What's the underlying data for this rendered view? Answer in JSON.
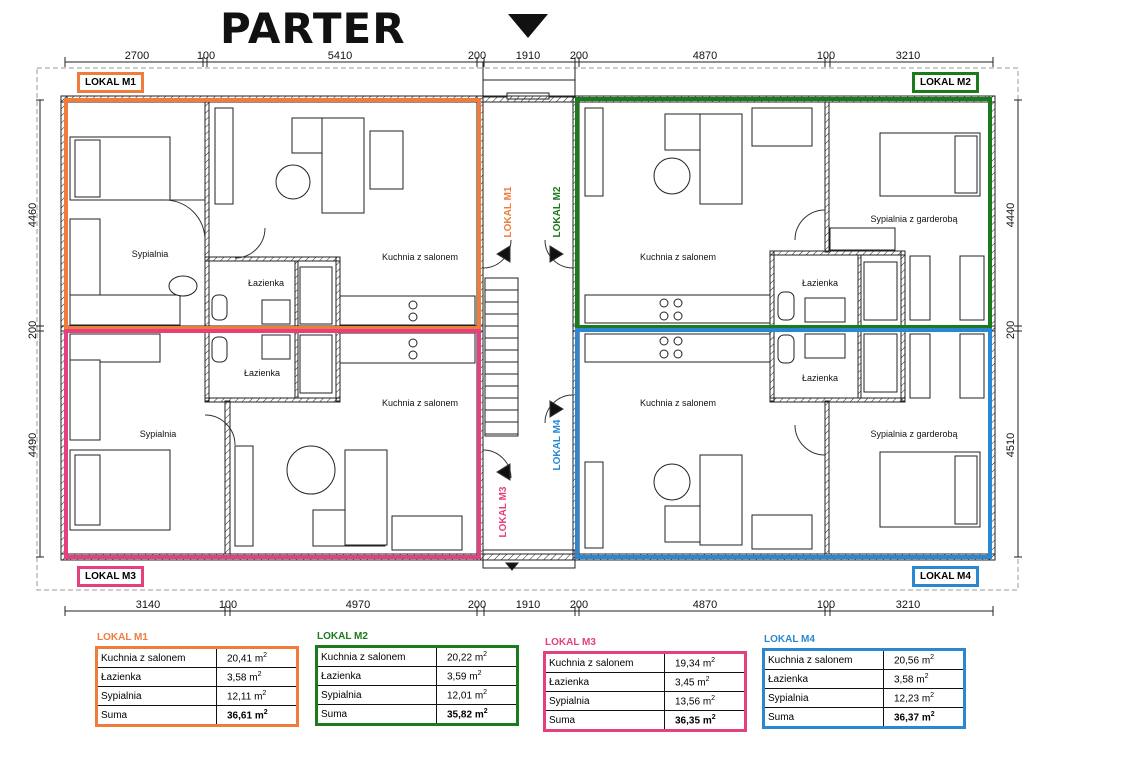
{
  "title": "PARTER",
  "colors": {
    "m1": "#f07c3c",
    "m2": "#1b7a1b",
    "m3": "#e4407f",
    "m4": "#2a88d2"
  },
  "dims": {
    "top": [
      "2700",
      "100",
      "5410",
      "200",
      "1910",
      "200",
      "4870",
      "100",
      "3210"
    ],
    "bottom": [
      "3140",
      "100",
      "4970",
      "200",
      "1910",
      "200",
      "4870",
      "100",
      "3210"
    ],
    "left": [
      "4460",
      "200",
      "4490"
    ],
    "right": [
      "4440",
      "200",
      "4510"
    ]
  },
  "units": [
    {
      "name": "LOKAL M1",
      "rooms": {
        "kitchen": "Kuchnia z salonem",
        "bath": "Łazienka",
        "bed": "Sypialnia"
      }
    },
    {
      "name": "LOKAL M2",
      "rooms": {
        "kitchen": "Kuchnia z salonem",
        "bath": "Łazienka",
        "bed": "Sypialnia z garderobą"
      }
    },
    {
      "name": "LOKAL M3",
      "rooms": {
        "kitchen": "Kuchnia z salonem",
        "bath": "Łazienka",
        "bed": "Sypialnia"
      }
    },
    {
      "name": "LOKAL M4",
      "rooms": {
        "kitchen": "Kuchnia z salonem",
        "bath": "Łazienka",
        "bed": "Sypialnia z garderobą"
      }
    }
  ],
  "tables": [
    {
      "name": "LOKAL M1",
      "rows": [
        [
          "Kuchnia z salonem",
          "20,41"
        ],
        [
          "Łazienka",
          "3,58"
        ],
        [
          "Sypialnia",
          "12,11"
        ],
        [
          "Suma",
          "36,61"
        ]
      ]
    },
    {
      "name": "LOKAL M2",
      "rows": [
        [
          "Kuchnia z salonem",
          "20,22"
        ],
        [
          "Łazienka",
          "3,59"
        ],
        [
          "Sypialnia",
          "12,01"
        ],
        [
          "Suma",
          "35,82"
        ]
      ]
    },
    {
      "name": "LOKAL M3",
      "rows": [
        [
          "Kuchnia z salonem",
          "19,34"
        ],
        [
          "Łazienka",
          "3,45"
        ],
        [
          "Sypialnia",
          "13,56"
        ],
        [
          "Suma",
          "36,35"
        ]
      ]
    },
    {
      "name": "LOKAL M4",
      "rows": [
        [
          "Kuchnia z salonem",
          "20,56"
        ],
        [
          "Łazienka",
          "3,58"
        ],
        [
          "Sypialnia",
          "12,23"
        ],
        [
          "Suma",
          "36,37"
        ]
      ]
    }
  ],
  "unit_suffix": "m"
}
